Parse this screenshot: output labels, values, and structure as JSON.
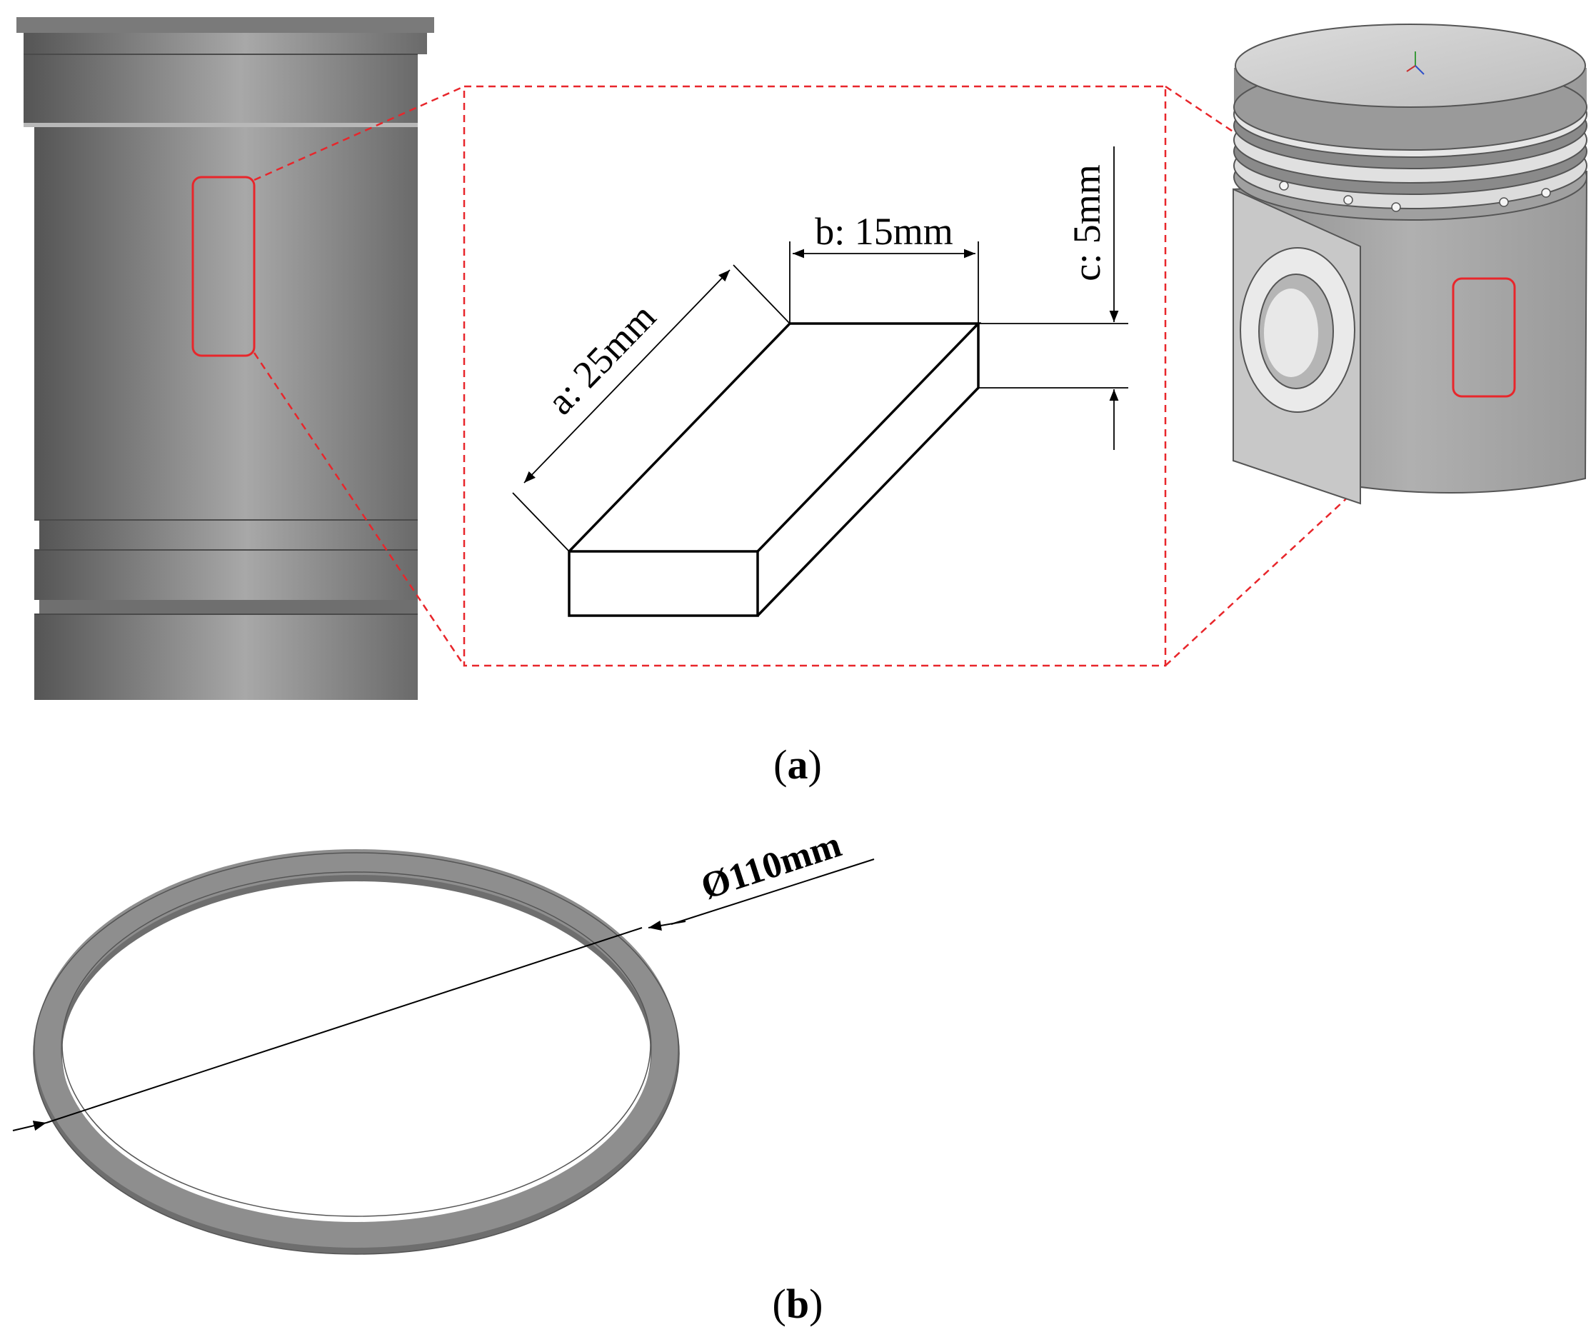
{
  "panel_a": {
    "dimensions": {
      "a": "a: 25mm",
      "b": "b: 15mm",
      "c": "c: 5mm"
    },
    "caption": {
      "open": "(",
      "letter": "a",
      "close": ")"
    }
  },
  "panel_b": {
    "diameter_label": "Ø110mm",
    "caption": {
      "open": "(",
      "letter": "b",
      "close": ")"
    }
  },
  "colors": {
    "highlight": "#e8262b",
    "metal_dark": "#5e5e5e",
    "metal_light": "#a9a9a9",
    "piston_light": "#d6d6d6",
    "ring": "#8c8c8c"
  }
}
